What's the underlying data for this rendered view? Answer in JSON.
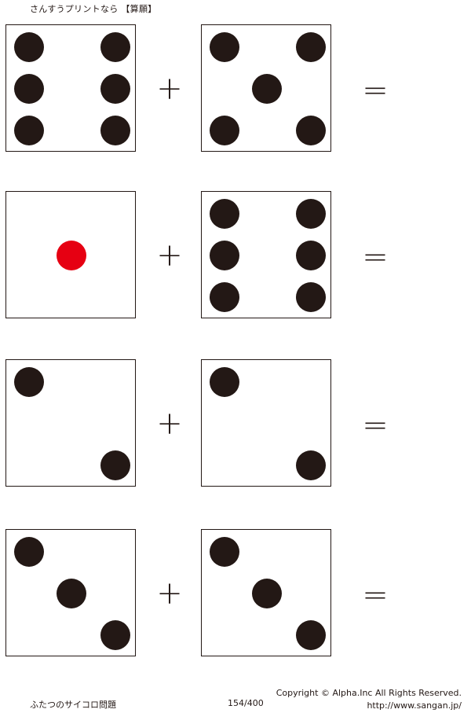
{
  "header": {
    "title": "さんすうプリントなら 【算願】"
  },
  "colors": {
    "pip": "#231815",
    "one_pip": "#e60012"
  },
  "operators": {
    "plus": "+",
    "equals": "="
  },
  "problems": [
    {
      "left_die": 6,
      "right_die": 5
    },
    {
      "left_die": 1,
      "right_die": 6
    },
    {
      "left_die": 2,
      "right_die": 2
    },
    {
      "left_die": 3,
      "right_die": 3
    }
  ],
  "footer": {
    "worksheet_title": "ふたつのサイコロ問題",
    "page_number": "154/400",
    "copyright": "Copyright ©  Alpha.Inc All Rights Reserved.",
    "url": "http://www.sangan.jp/"
  }
}
